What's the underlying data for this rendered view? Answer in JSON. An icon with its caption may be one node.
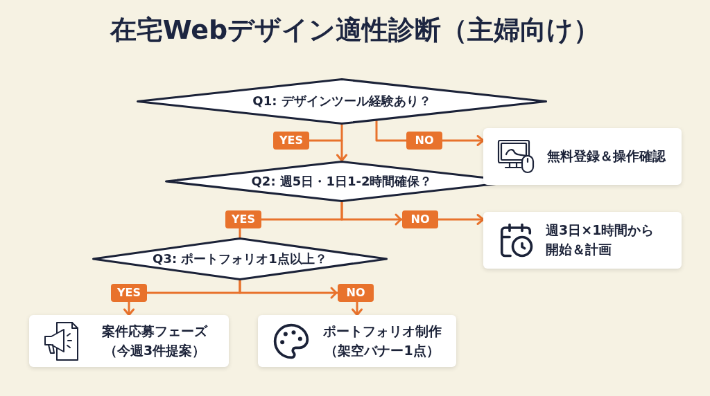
{
  "diagram": {
    "title": "在宅Webデザイン適性診断（主婦向け）",
    "nodes": [
      {
        "text": [
          "Q1: デザインツール経験あり？"
        ]
      },
      {
        "text": [
          "無料登録＆操作確認"
        ]
      },
      {
        "text": [
          "Q2: 週5日・1日1-2時間確保？"
        ]
      },
      {
        "text": [
          "週3日×1時間から開始＆計画"
        ]
      },
      {
        "text": [
          "Q3: ポートフォリオ1点以上？"
        ]
      },
      {
        "text": [
          "案件応募フェーズ（今週3件提案）"
        ]
      },
      {
        "text": [
          "ポートフォリオ制作（架空バナー1点）"
        ]
      }
    ],
    "edges": [
      {
        "from": 0,
        "to": 2,
        "arrow": "to",
        "label": "YES"
      },
      {
        "from": 0,
        "to": 1,
        "arrow": "to",
        "label": "NO"
      },
      {
        "from": 2,
        "to": 4,
        "arrow": "none",
        "label": "YES"
      },
      {
        "from": 2,
        "to": 3,
        "arrow": "to",
        "label": "NO"
      },
      {
        "from": 4,
        "to": 5,
        "arrow": "to",
        "label": "YES"
      },
      {
        "from": 4,
        "to": 6,
        "arrow": "to",
        "label": "NO"
      }
    ]
  }
}
